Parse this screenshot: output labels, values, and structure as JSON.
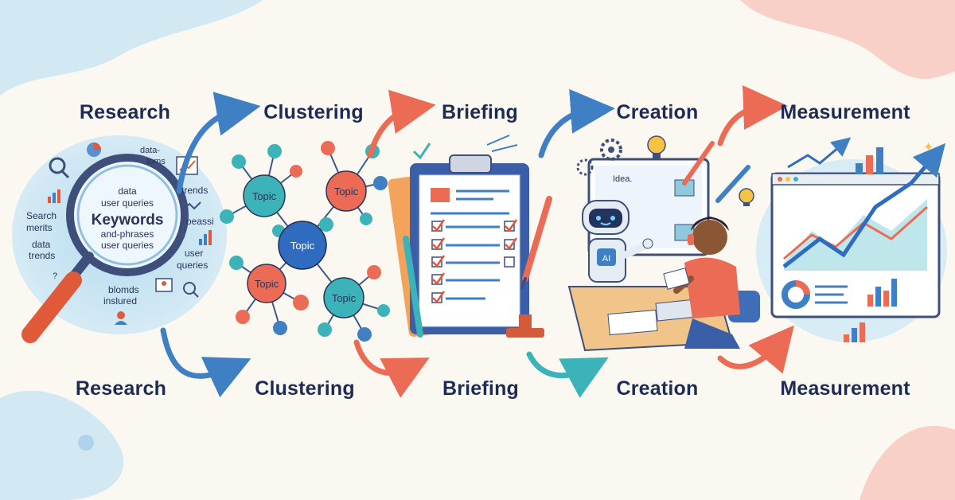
{
  "stages_top": [
    "Research",
    "Clustering",
    "Briefing",
    "Creation",
    "Measurement"
  ],
  "stages_bottom": [
    "Research",
    "Clustering",
    "Briefing",
    "Creation",
    "Measurement"
  ],
  "research": {
    "lens_lines": [
      "data",
      "user queries",
      "Keywords",
      "and-phrases",
      "user queries"
    ],
    "around": [
      "data-",
      "toms",
      "trends",
      "oeassi",
      "Search",
      "merits",
      "data",
      "trends",
      "user",
      "queries",
      "blomds",
      "inslured"
    ]
  },
  "clustering": {
    "nodes": [
      "Topic",
      "Topic",
      "Topic",
      "Topic",
      "Topic"
    ]
  },
  "creation": {
    "idea_label": "Idea.",
    "robot_label": "AI"
  },
  "colors": {
    "ink": "#1e2b55",
    "blue": "#3f7fc4",
    "teal": "#3bb3b8",
    "coral": "#ec6b55",
    "paper": "#fbf8f1"
  }
}
